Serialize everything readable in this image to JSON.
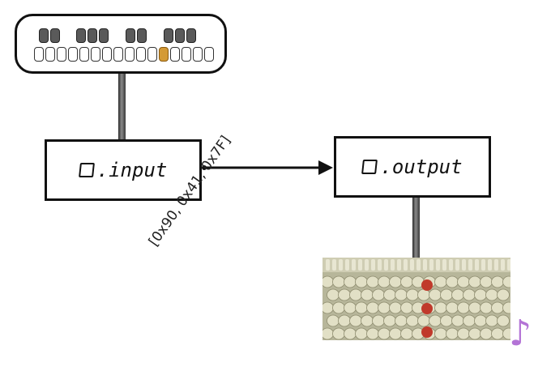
{
  "keyboard": {
    "white_key_count": 16,
    "highlighted_white_key_index": 11,
    "highlight_color": "#d49a35",
    "black_key_color": "#5a5a5a"
  },
  "input_node": {
    "label": ".input",
    "icon": "square-outline-icon"
  },
  "output_node": {
    "label": ".output",
    "icon": "square-outline-icon"
  },
  "connection": {
    "message": "[0x90, 0x41, 0x7F]"
  },
  "device_board": {
    "lit_led_count": 3,
    "led_color": "#c0392b"
  },
  "note_icon": {
    "glyph": "♪",
    "color": "#b373d6"
  }
}
